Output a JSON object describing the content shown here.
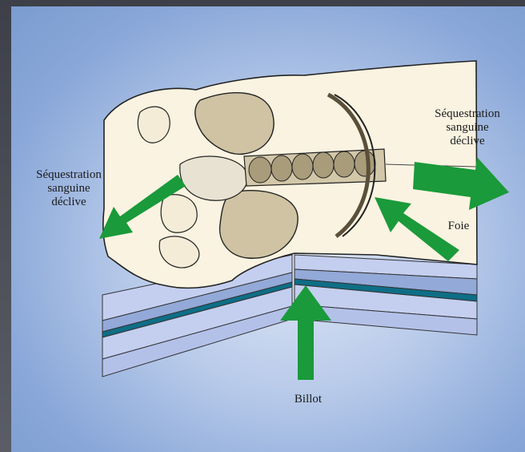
{
  "labels": {
    "left_pooling": [
      "Séquestration",
      "sanguine",
      "déclive"
    ],
    "right_pooling": [
      "Séquestration",
      "sanguine",
      "déclive"
    ],
    "liver": "Foie",
    "support": "Billot"
  },
  "colors": {
    "arrow": "#1a9a3a",
    "body_fill": "#faf3e1",
    "table_light": "#b9c6ea",
    "table_mid": "#8fa6d6",
    "table_dark": "#0e6e86",
    "background": "#8aa8d9"
  }
}
